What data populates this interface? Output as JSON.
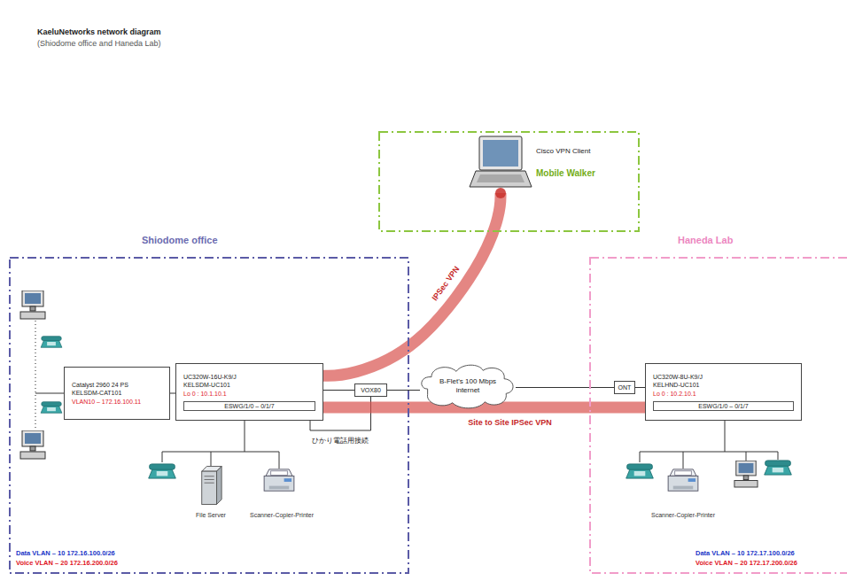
{
  "diagram": {
    "title": "KaeluNetworks network diagram",
    "nodes": [
      {
        "text": [
          "Mobile Walker"
        ]
      },
      {
        "text": [
          "Cisco VPN Client"
        ],
        "in": 0
      },
      {
        "text": [
          "Shiodome office",
          "Data VLAN – 10 172.16.100.0/26",
          "Voice VLAN – 20 172.16.200.0/26"
        ]
      },
      {
        "text": [
          "Catalyst 2960 24 PS",
          "KELSDM-CAT101",
          "VLAN10 – 172.16.100.11"
        ],
        "in": 2
      },
      {
        "text": [
          "UC320W-16U-K9/J",
          "KELSDM-UC101",
          "Lo 0 : 10.1.10.1",
          "ESWG/1/0 – 0/1/7"
        ],
        "in": 2
      },
      {
        "text": [
          "VOX80"
        ],
        "in": 2
      },
      {
        "text": [
          "B-Flet's 100 Mbps internet"
        ]
      },
      {
        "text": [
          "Haneda Lab",
          "Data VLAN – 10 172.17.100.0/26",
          "Voice VLAN – 20 172.17.200.0/26"
        ]
      },
      {
        "text": [
          "ONT"
        ],
        "in": 7
      },
      {
        "text": [
          "UC320W-8U-K9/J",
          "KELHND-UC101",
          "Lo 0 : 10.2.10.1",
          "ESWG/1/0 – 0/1/7"
        ],
        "in": 7
      }
    ],
    "edges": [
      {
        "from": 3,
        "to": 4,
        "arrow": "none"
      },
      {
        "from": 4,
        "to": 5,
        "arrow": "none"
      },
      {
        "from": 4,
        "to": 5,
        "label": "ひかり電話用接続",
        "arrow": "none"
      },
      {
        "from": 5,
        "to": 6,
        "arrow": "none"
      },
      {
        "from": 6,
        "to": 8,
        "arrow": "none"
      },
      {
        "from": 8,
        "to": 9,
        "arrow": "none"
      },
      {
        "from": 4,
        "to": 1,
        "label": "IPSec VPN",
        "arrow": "none"
      },
      {
        "from": 4,
        "to": 9,
        "label": "Site to Site IPSec VPN",
        "arrow": "none"
      }
    ],
    "labels": [
      "(Shiodome office and Haneda Lab)",
      "File Server",
      "Scanner-Copier-Printer",
      "Scanner-Copier-Printer"
    ]
  }
}
